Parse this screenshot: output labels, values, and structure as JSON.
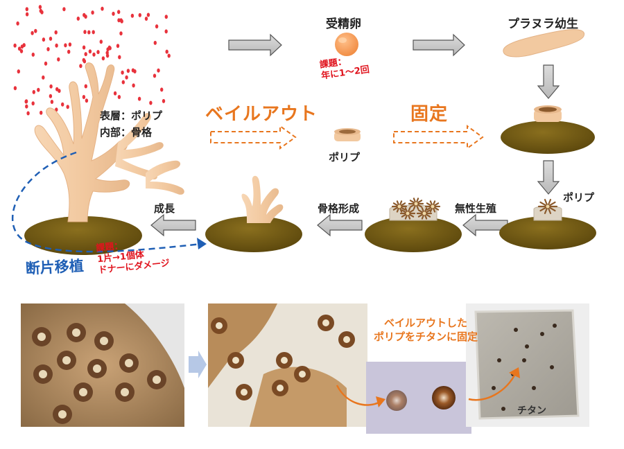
{
  "labels": {
    "fertilized_egg": "受精卵",
    "planula": "プラヌラ幼生",
    "surface_polyp": "表層：ポリプ",
    "inner_skeleton": "内部：骨格",
    "bailout": "ベイルアウト",
    "fixation": "固定",
    "polyp_center": "ポリプ",
    "polyp_right": "ポリプ",
    "growth": "成長",
    "skeleton_formation": "骨格形成",
    "asexual_reproduction": "無性生殖",
    "fragment_transplant": "断片移植"
  },
  "issues": {
    "egg_issue_line1": "課題：",
    "egg_issue_line2": "年に1〜2回",
    "transplant_issue_line1": "課題：",
    "transplant_issue_line2": "1片→1個体",
    "transplant_issue_line3": "ドナーにダメージ"
  },
  "photos": {
    "caption_line1": "ベイルアウトした",
    "caption_line2": "ポリプをチタンに固定",
    "titanium_label": "チタン"
  },
  "colors": {
    "coral": "#f2c9a0",
    "substrate": "#6b5512",
    "orange_accent": "#e8761e",
    "blue_accent": "#1f5fb5",
    "red_issue": "#e0141e",
    "arrow_gray": "#c9c9c9"
  }
}
